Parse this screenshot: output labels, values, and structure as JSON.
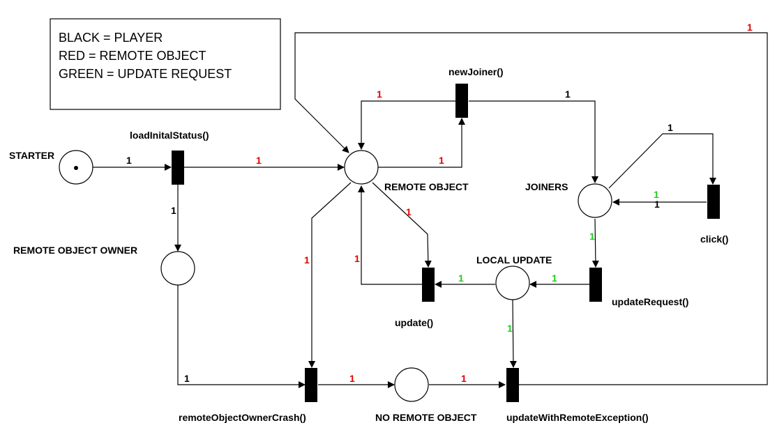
{
  "legend": {
    "line1": "BLACK = PLAYER",
    "line2": "RED = REMOTE OBJECT",
    "line3": "GREEN = UPDATE REQUEST"
  },
  "colors": {
    "player": "#000000",
    "remote_object": "#e60000",
    "update_request": "#22cc22"
  },
  "places": {
    "starter": "STARTER",
    "remote_object": "REMOTE OBJECT",
    "remote_object_owner": "REMOTE OBJECT OWNER",
    "joiners": "JOINERS",
    "local_update": "LOCAL UPDATE",
    "no_remote_object": "NO REMOTE OBJECT"
  },
  "transitions": {
    "load_initial_status": "loadInitalStatus()",
    "new_joiner": "newJoiner()",
    "click": "click()",
    "update": "update()",
    "update_request": "updateRequest()",
    "remote_object_owner_crash": "remoteObjectOwnerCrash()",
    "update_with_remote_exception": "updateWithRemoteException()"
  },
  "weights": {
    "starter_to_load": "1",
    "load_to_remote_object": "1",
    "load_to_owner": "1",
    "remote_object_to_newjoiner": "1",
    "newjoiner_to_remote_object": "1",
    "newjoiner_to_joiners": "1",
    "joiners_to_click": "1",
    "click_to_joiners_green": "1",
    "click_to_joiners_black": "1",
    "joiners_to_update_request": "1",
    "update_request_to_local_update": "1",
    "local_update_to_update": "1",
    "remote_object_to_update": "1",
    "update_to_remote_object": "1",
    "remote_object_to_crash": "1",
    "owner_to_crash": "1",
    "crash_to_no_remote_object": "1",
    "no_remote_object_to_exception": "1",
    "local_update_to_exception": "1",
    "exception_to_remote_object": "1"
  }
}
